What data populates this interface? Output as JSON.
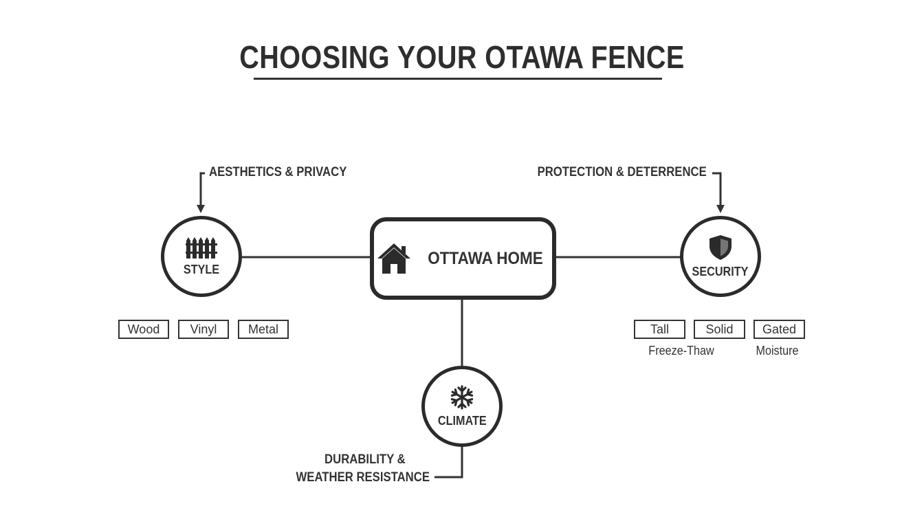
{
  "title": "CHOOSING YOUR OTAWA FENCE",
  "hub": {
    "label": "OTTAWA HOME",
    "icon": "house-icon"
  },
  "nodes": {
    "style": {
      "label": "STYLE",
      "icon": "fence-icon",
      "caption": "AESTHETICS & PRIVACY",
      "options": [
        "Wood",
        "Vinyl",
        "Metal"
      ]
    },
    "security": {
      "label": "SECURITY",
      "icon": "shield-icon",
      "caption": "PROTECTION & DETERRENCE",
      "options": [
        "Tall",
        "Solid",
        "Gated"
      ]
    },
    "climate": {
      "label": "CLIMATE",
      "icon": "snowflake-icon",
      "caption_line1": "DURABILITY &",
      "caption_line2": "WEATHER RESISTANCE",
      "notes": [
        "Freeze-Thaw",
        "Moisture"
      ]
    }
  },
  "colors": {
    "ink": "#2b2b2b",
    "background": "#ffffff"
  }
}
